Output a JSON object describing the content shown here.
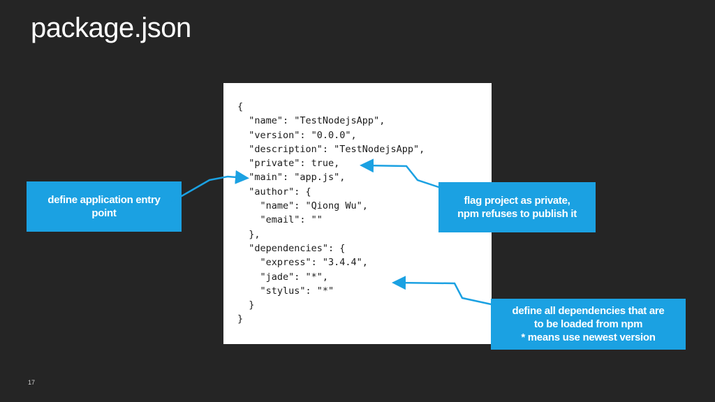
{
  "slide": {
    "title": "package.json",
    "page_number": "17"
  },
  "code": {
    "lines": [
      "{",
      "  \"name\": \"TestNodejsApp\",",
      "  \"version\": \"0.0.0\",",
      "  \"description\": \"TestNodejsApp\",",
      "  \"private\": true,",
      "  \"main\": \"app.js\",",
      "  \"author\": {",
      "    \"name\": \"Qiong Wu\",",
      "    \"email\": \"\"",
      "  },",
      "  \"dependencies\": {",
      "    \"express\": \"3.4.4\",",
      "    \"jade\": \"*\",",
      "    \"stylus\": \"*\"",
      "  }",
      "}"
    ]
  },
  "callouts": {
    "entry": {
      "line1": "define application entry",
      "line2": "point"
    },
    "private": {
      "line1": "flag project as private,",
      "line2": "npm refuses to publish it"
    },
    "deps": {
      "line1": "define all dependencies that are",
      "line2": "to be loaded from npm",
      "line3": "* means use newest version"
    }
  },
  "colors": {
    "background": "#252525",
    "accent": "#1ba1e2",
    "panel": "#ffffff"
  }
}
